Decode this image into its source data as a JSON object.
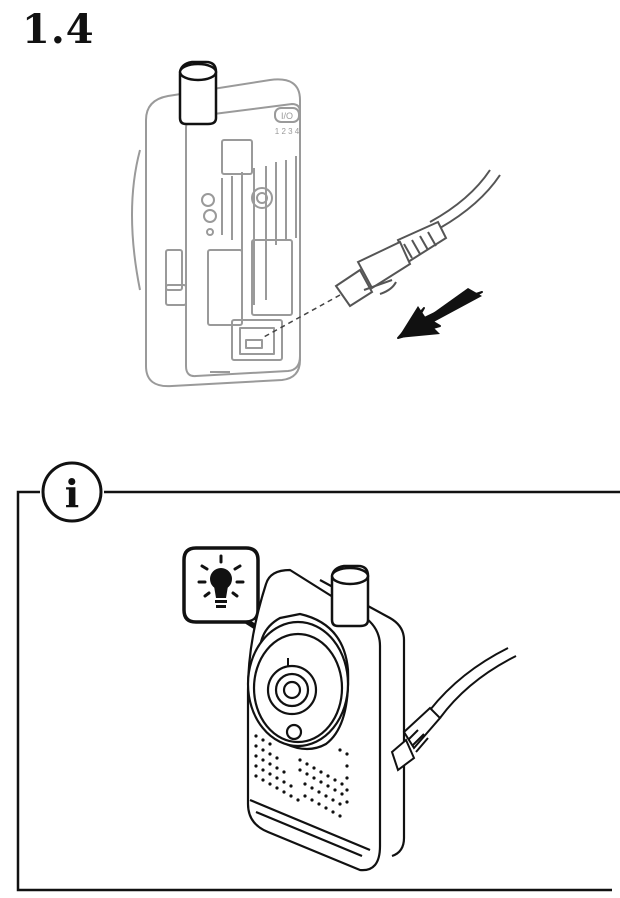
{
  "step": {
    "number": "1.4"
  },
  "rear_illustration": {
    "io_label": "I/O",
    "io_pins": "1 2 3 4"
  },
  "info_box": {
    "icon": "info-icon",
    "hint_icon": "lightbulb-icon",
    "line_color": "#111111"
  },
  "colors": {
    "device_outline": "#9a9a9a",
    "arrow": "#111111"
  }
}
